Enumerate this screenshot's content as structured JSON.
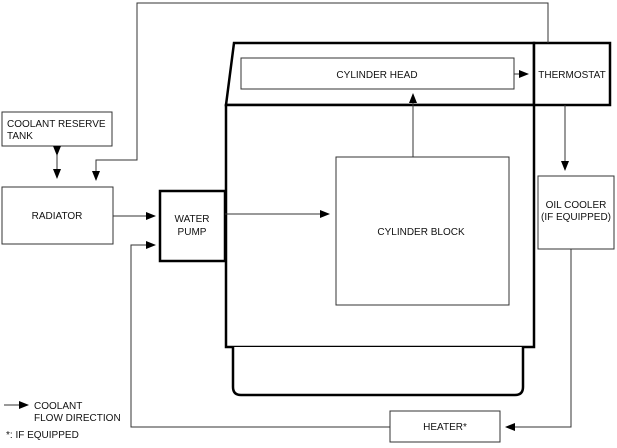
{
  "components": {
    "coolant_reserve_tank": [
      "COOLANT RESERVE",
      "TANK"
    ],
    "radiator": "RADIATOR",
    "water_pump": [
      "WATER",
      "PUMP"
    ],
    "cylinder_head": "CYLINDER HEAD",
    "thermostat": "THERMOSTAT",
    "cylinder_block": "CYLINDER BLOCK",
    "oil_cooler": [
      "OIL COOLER",
      "(IF EQUIPPED)"
    ],
    "heater": "HEATER*"
  },
  "legend": {
    "flow_line1": "COOLANT",
    "flow_line2": "FLOW DIRECTION",
    "footnote": "*: IF EQUIPPED"
  },
  "connections": [
    {
      "from": "coolant_reserve_tank",
      "to": "radiator",
      "bidirectional": true
    },
    {
      "from": "thermostat",
      "to": "radiator"
    },
    {
      "from": "radiator",
      "to": "water_pump"
    },
    {
      "from": "water_pump",
      "to": "cylinder_block"
    },
    {
      "from": "cylinder_block",
      "to": "cylinder_head"
    },
    {
      "from": "cylinder_head",
      "to": "thermostat"
    },
    {
      "from": "thermostat",
      "to": "oil_cooler"
    },
    {
      "from": "oil_cooler",
      "to": "heater"
    },
    {
      "from": "heater",
      "to": "water_pump"
    }
  ]
}
